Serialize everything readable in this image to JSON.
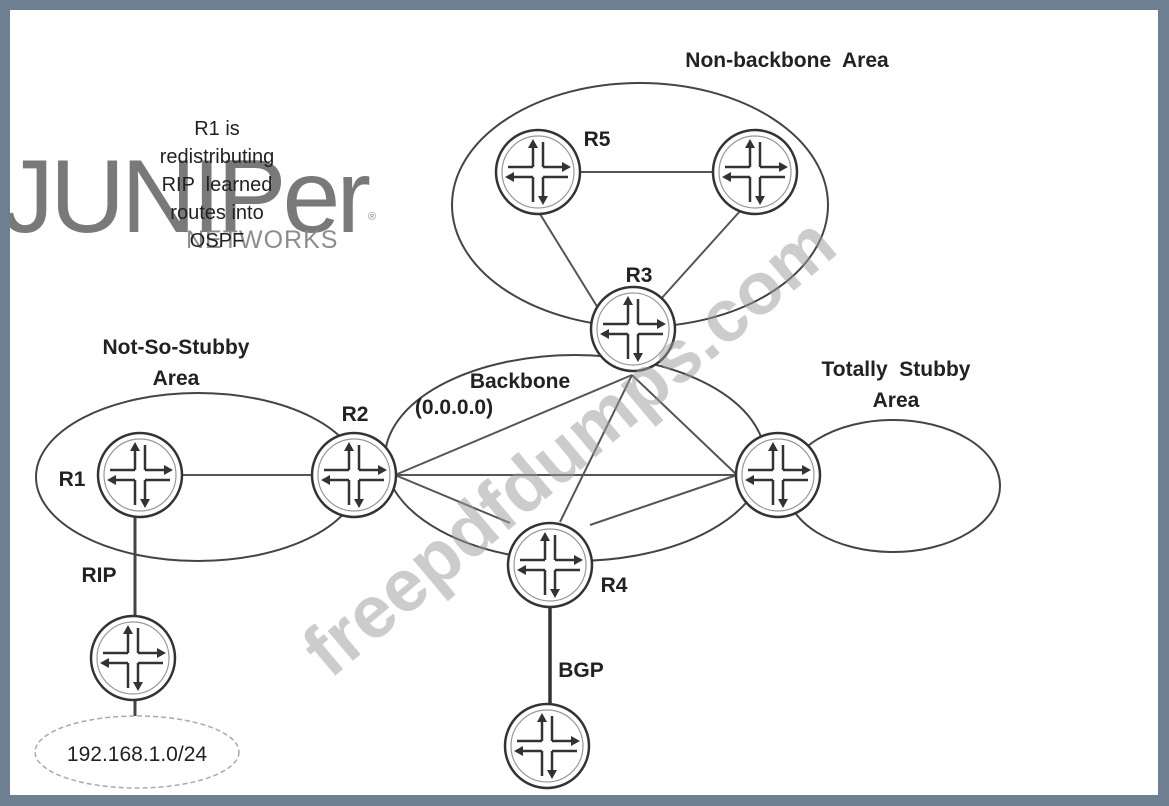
{
  "areas": {
    "non_backbone": "Non-backbone  Area",
    "nssa_line1": "Not-So-Stubby",
    "nssa_line2": "Area",
    "backbone_line1": "Backbone",
    "backbone_line2": "(0.0.0.0)",
    "totally_stubby_line1": "Totally  Stubby",
    "totally_stubby_line2": "Area"
  },
  "routers": {
    "r1": "R1",
    "r2": "R2",
    "r3": "R3",
    "r4": "R4",
    "r5": "R5"
  },
  "links": {
    "rip": "RIP",
    "bgp": "BGP"
  },
  "network": {
    "cloud": "192.168.1.0/24"
  },
  "note": {
    "line1": "R1 is",
    "line2": "redistributing",
    "line3": "RIP  learned",
    "line4": "routes into",
    "line5": "OSPF"
  },
  "watermarks": {
    "logo_main": "JUNIPer",
    "logo_sub": "NETWORKS",
    "site": "freepdfdumps.com"
  }
}
